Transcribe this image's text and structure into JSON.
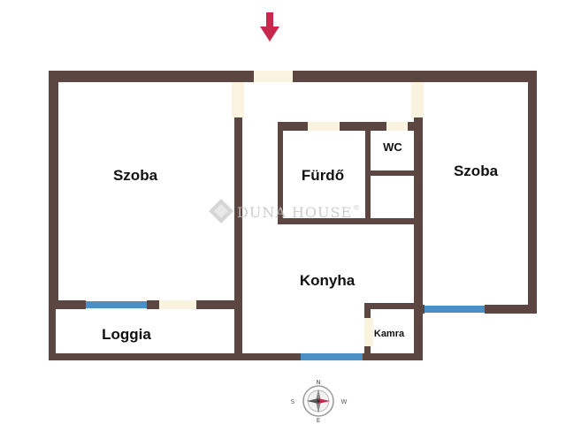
{
  "rooms": {
    "room_left": "Szoba",
    "bathroom": "Fürdő",
    "wc": "WC",
    "room_right": "Szoba",
    "kitchen": "Konyha",
    "loggia": "Loggia",
    "pantry": "Kamra"
  },
  "watermark": {
    "brand": "DUNA HOUSE",
    "registered": "®"
  },
  "compass": {
    "north": "N",
    "south": "S",
    "west": "W",
    "east": "E"
  },
  "colors": {
    "wall": "#5b4642",
    "window": "#4b8fc4",
    "door_opening": "#faf3e0",
    "entrance_arrow": "#c8284e"
  }
}
